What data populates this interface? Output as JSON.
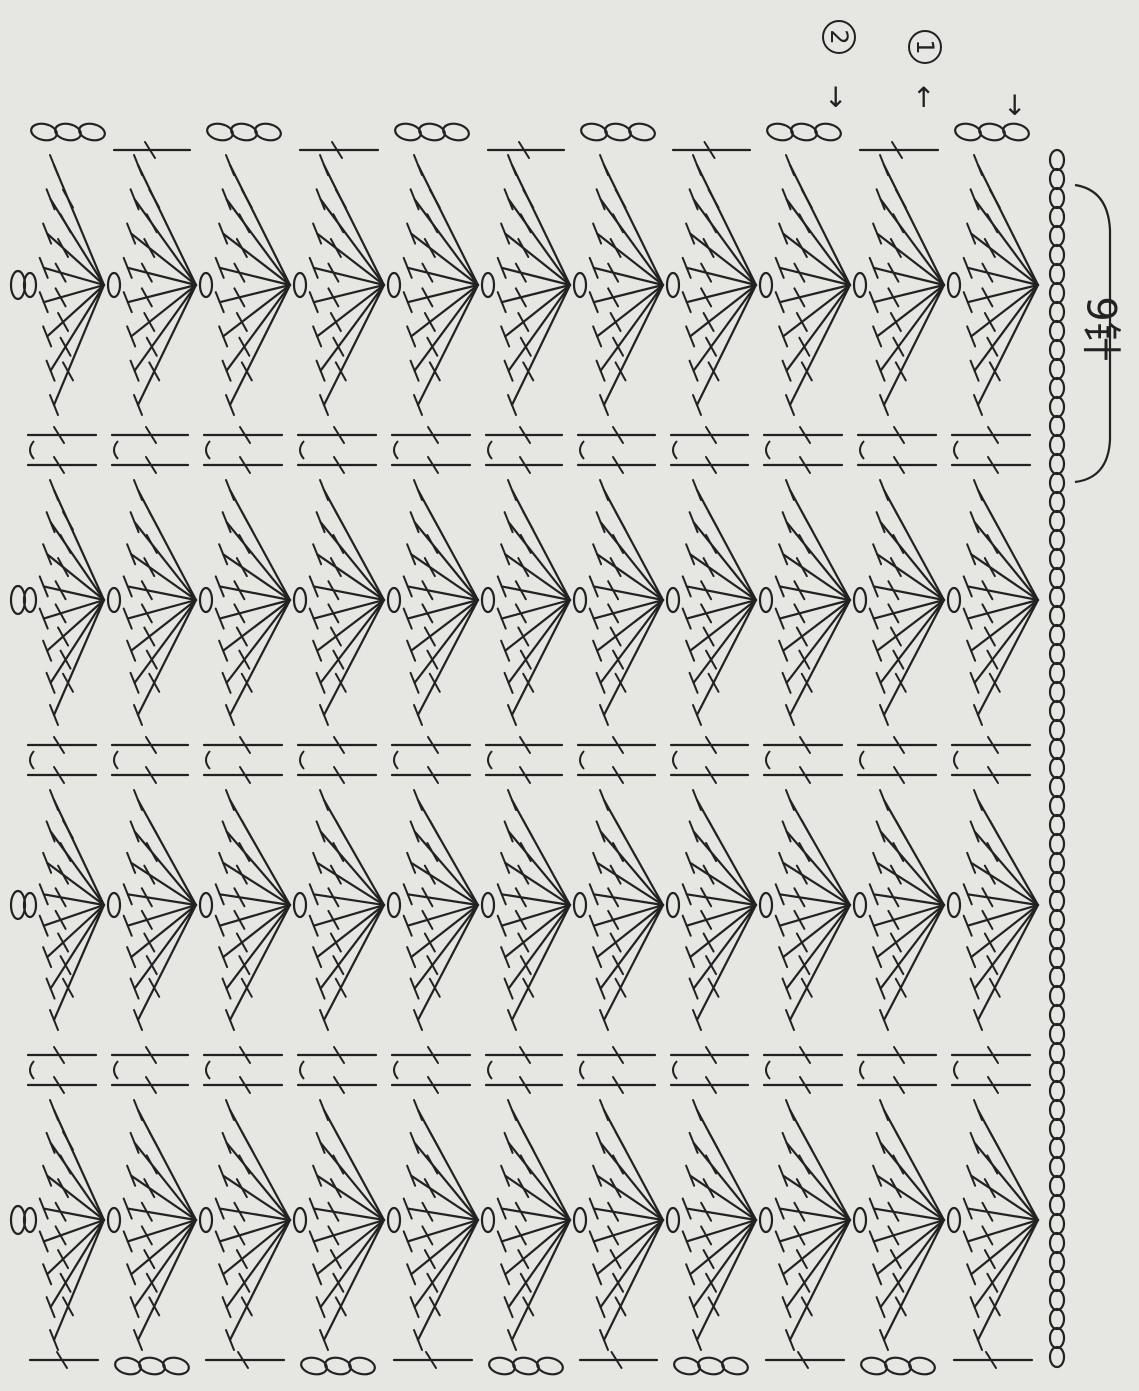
{
  "diagram": {
    "row_markers": [
      "2",
      "1"
    ],
    "repeat_label": "9针",
    "colors": {
      "background": "#e6e6e3",
      "ink": "#222222"
    }
  }
}
